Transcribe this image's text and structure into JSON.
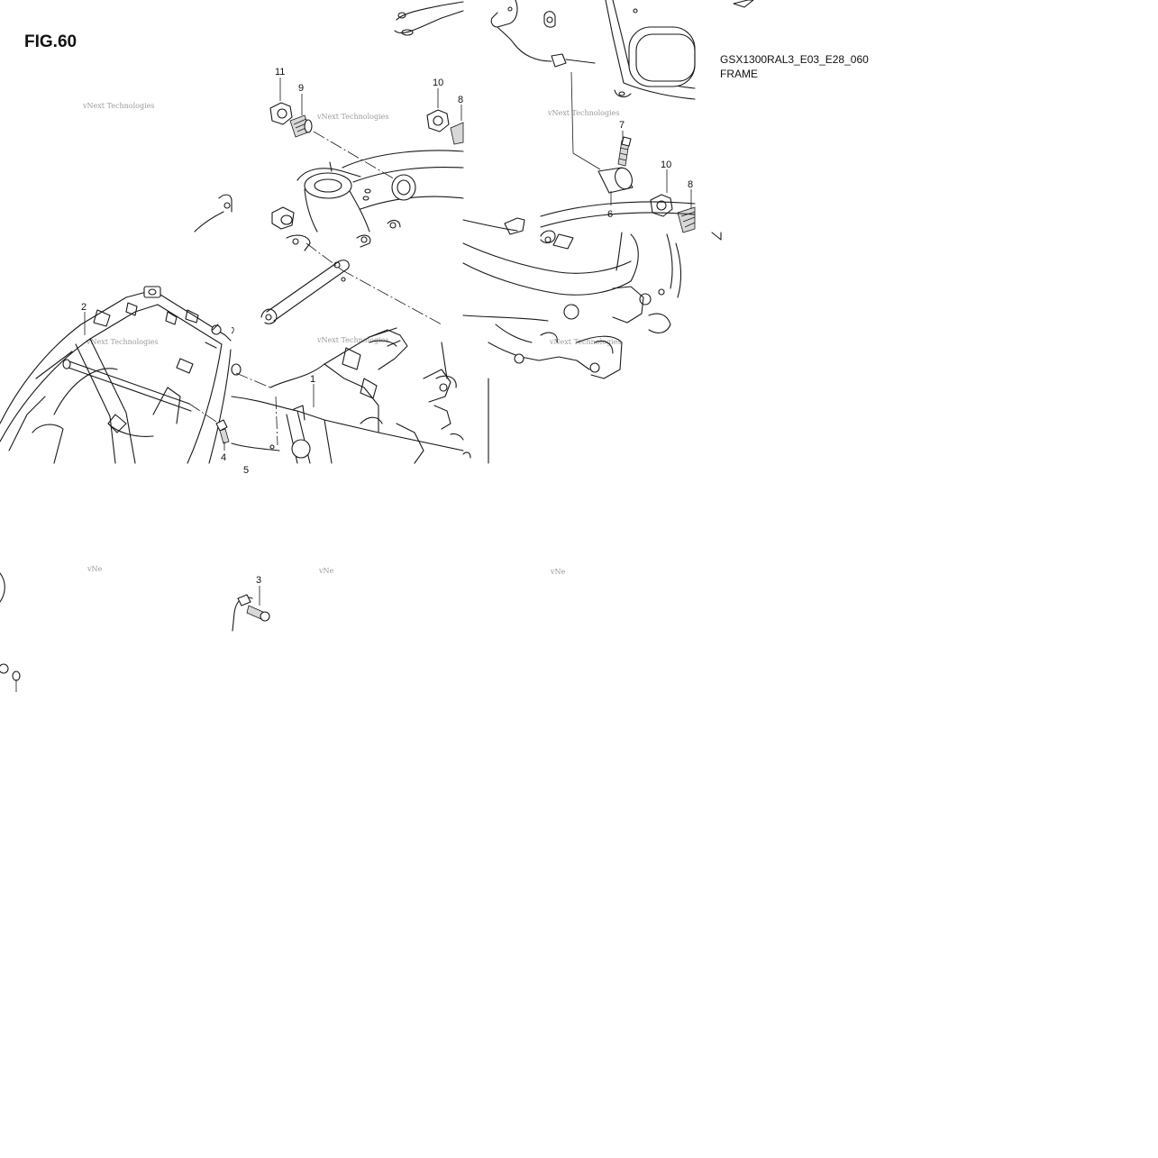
{
  "figure": {
    "label": "FIG.60"
  },
  "header": {
    "model_code": "GSX1300RAL3_E03_E28_060",
    "section": "FRAME"
  },
  "watermark": {
    "text": "vNext Technologies",
    "fragment": "vNe"
  },
  "callouts": [
    {
      "id": "c11a",
      "number": "11"
    },
    {
      "id": "c9",
      "number": "9"
    },
    {
      "id": "c10a",
      "number": "10"
    },
    {
      "id": "c8a",
      "number": "8"
    },
    {
      "id": "c7",
      "number": "7"
    },
    {
      "id": "c10b",
      "number": "10"
    },
    {
      "id": "c8b",
      "number": "8"
    },
    {
      "id": "c6",
      "number": "6"
    },
    {
      "id": "c2",
      "number": "2"
    },
    {
      "id": "c1",
      "number": "1"
    },
    {
      "id": "c4",
      "number": "4"
    },
    {
      "id": "c5",
      "number": "5"
    },
    {
      "id": "c3",
      "number": "3"
    }
  ]
}
